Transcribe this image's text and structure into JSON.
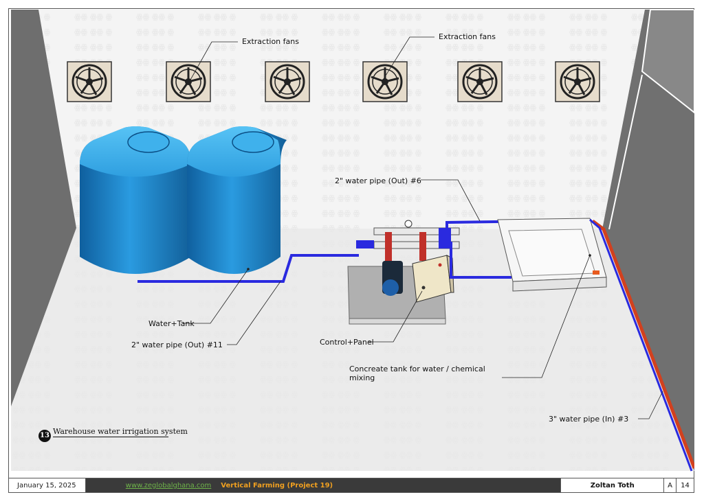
{
  "diagram": {
    "callouts": {
      "fans_left": "Extraction fans",
      "fans_right": "Extraction fans",
      "pipe_out_6": "2\" water pipe (Out) #6",
      "water_tank": "Water+Tank",
      "pipe_out_11": "2\" water pipe (Out) #11",
      "control_panel": "Control+Panel",
      "concrete_tank": "Concreate tank for water / chemical mixing",
      "pipe_in_3": "3\" water pipe (In) #3"
    },
    "view": {
      "number": "13",
      "title": "Warehouse water irrigation system"
    }
  },
  "footer": {
    "date": "January 15, 2025",
    "url": "www.zeglobalghana.com",
    "project_title": "Vertical Farming (Project 19)",
    "author": "Zoltan Toth",
    "revision": "A",
    "sheet": "14"
  },
  "colors": {
    "tank_blue": "#1e88d0",
    "pipe_blue": "#2a2adf",
    "pipe_red": "#d2401e",
    "wall_gray": "#6e6e6e",
    "footer_dark": "#3a3a3a",
    "footer_url": "#6fb54a",
    "footer_title": "#f0a020"
  }
}
